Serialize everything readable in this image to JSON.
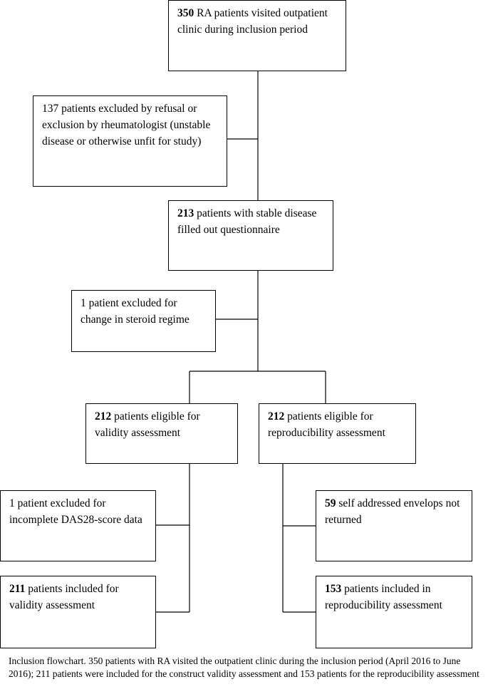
{
  "boxes": {
    "visited": {
      "count": "350",
      "text": " RA patients visited outpatient clinic during inclusion period"
    },
    "excluded_refusal": {
      "count": "",
      "text": "137 patients excluded by refusal or exclusion by rheumatologist (unstable disease or otherwise unfit for study)"
    },
    "stable": {
      "count": "213",
      "text": " patients with stable disease filled out questionnaire"
    },
    "excluded_steroid": {
      "count": "",
      "text": "1 patient excluded for change in steroid regime"
    },
    "eligible_validity": {
      "count": "212",
      "text": " patients eligible for validity assessment"
    },
    "eligible_reproducibility": {
      "count": "212",
      "text": " patients eligible for reproducibility assessment"
    },
    "excluded_das28": {
      "count": "",
      "text": "1 patient excluded for incomplete DAS28-score data"
    },
    "not_returned": {
      "count": "59",
      "text": " self addressed envelops not returned"
    },
    "included_validity": {
      "count": "211",
      "text": " patients included for validity assessment"
    },
    "included_reproducibility": {
      "count": "153",
      "text": " patients included in reproducibility assessment"
    }
  },
  "caption": "Inclusion flowchart. 350 patients with RA visited the outpatient clinic during the inclusion period (April 2016 to June 2016); 211 patients were included for the construct validity assessment and 153 patients for the reproducibility assessment"
}
